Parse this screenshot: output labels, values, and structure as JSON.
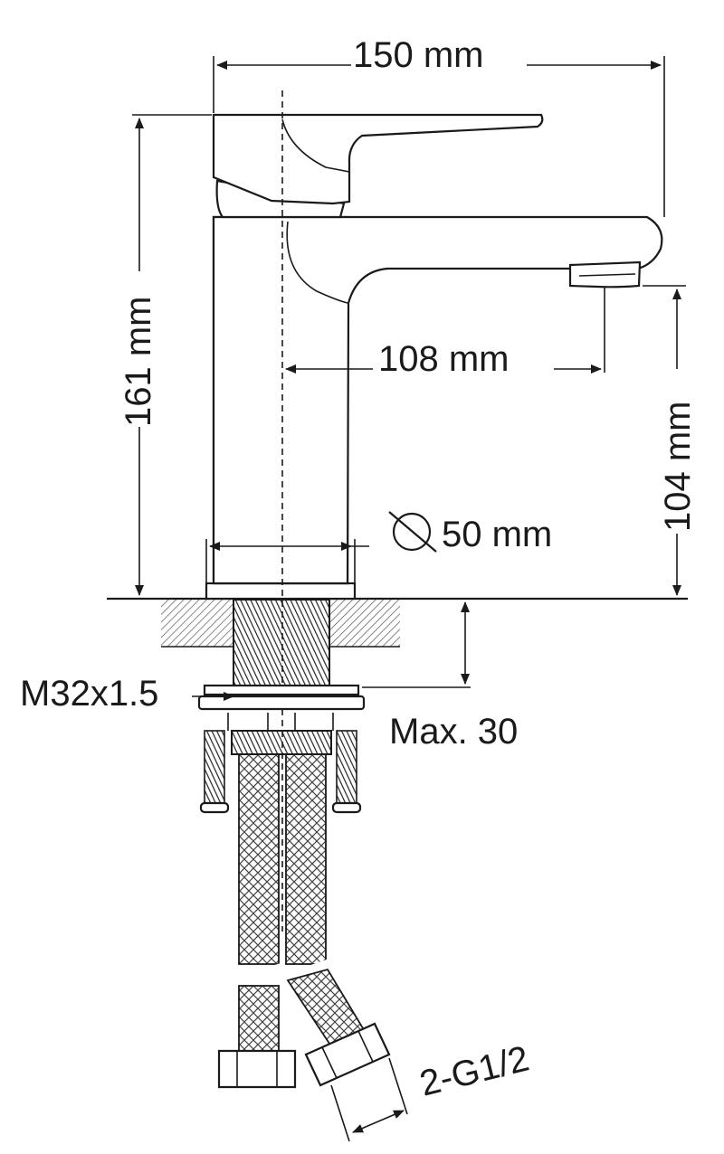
{
  "dimensions": {
    "width": "150 mm",
    "height": "161 mm",
    "reach": "108 mm",
    "spout_height": "104 mm",
    "base_diameter": "50 mm",
    "thread": "M32x1.5",
    "max_thickness": "Max. 30",
    "connection": "2-G1/2"
  },
  "colors": {
    "line": "#1a1a1a",
    "background": "#ffffff",
    "hatch": "#555555"
  },
  "icons": {
    "diameter": "diameter-symbol-icon"
  }
}
